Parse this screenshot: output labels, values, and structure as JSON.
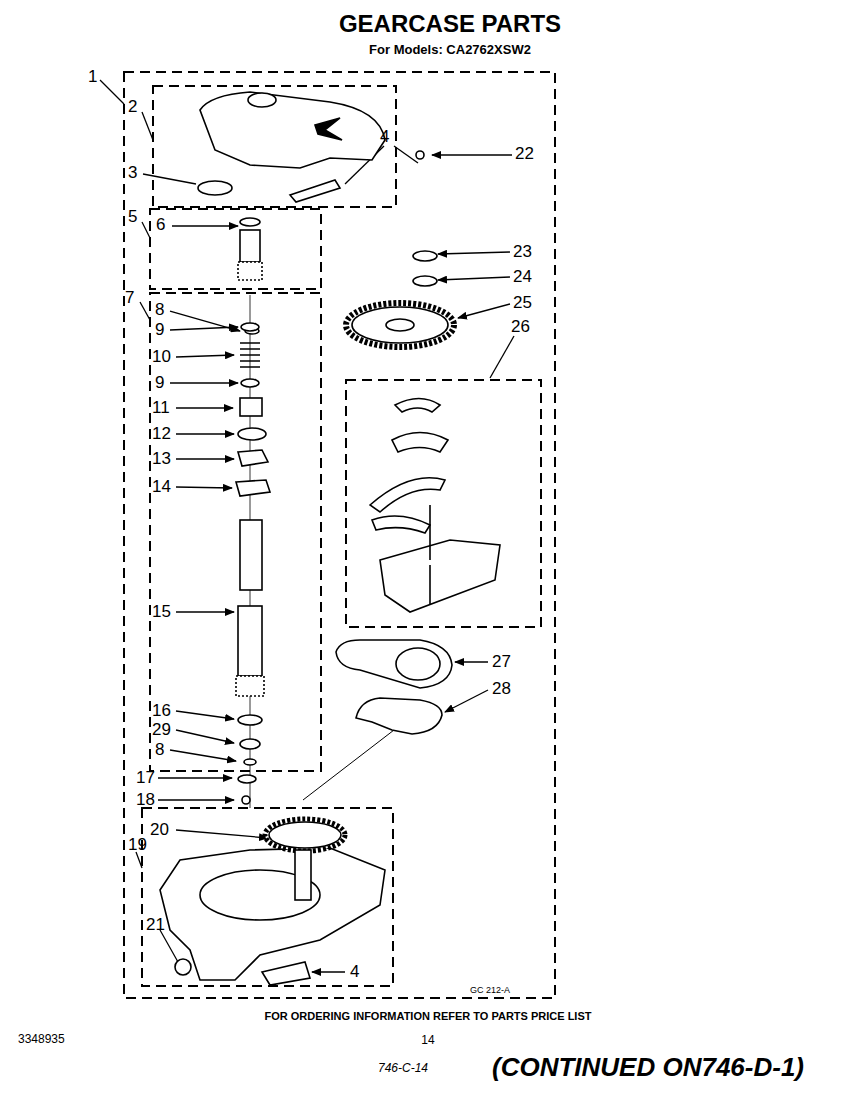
{
  "diagram": {
    "title": "GEARCASE PARTS",
    "labels": [
      "For Models: CA2762XSW2",
      "1",
      "2",
      "3",
      "4",
      "22",
      "5",
      "6",
      "23",
      "24",
      "25",
      "26",
      "7",
      "8",
      "9",
      "10",
      "9",
      "11",
      "12",
      "13",
      "14",
      "15",
      "16",
      "29",
      "8",
      "17",
      "18",
      "19",
      "20",
      "21",
      "4",
      "27",
      "28",
      "GC 212-A",
      "FOR ORDERING INFORMATION REFER TO PARTS PRICE LIST",
      "3348935",
      "14",
      "746-C-14",
      "(CONTINUED ON746-D-1)"
    ]
  }
}
